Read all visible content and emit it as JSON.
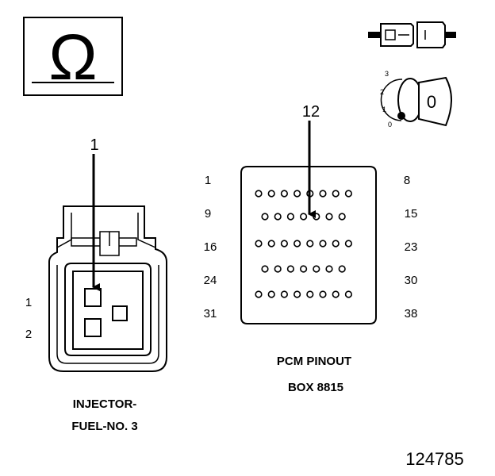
{
  "ohm_symbol": "Ω",
  "key_switch": {
    "positions": [
      "3",
      "2",
      "1",
      "0"
    ],
    "key_label": "0"
  },
  "injector": {
    "callout": "1",
    "pins": [
      "1",
      "2"
    ],
    "caption_line1": "INJECTOR-",
    "caption_line2": "FUEL-NO. 3"
  },
  "pcm": {
    "callout": "12",
    "left_labels": [
      "1",
      "9",
      "16",
      "24",
      "31"
    ],
    "right_labels": [
      "8",
      "15",
      "23",
      "30",
      "38"
    ],
    "row_pin_counts": [
      8,
      7,
      8,
      7,
      8
    ],
    "caption_line1": "PCM PINOUT",
    "caption_line2": "BOX 8815"
  },
  "figure_number": "124785"
}
